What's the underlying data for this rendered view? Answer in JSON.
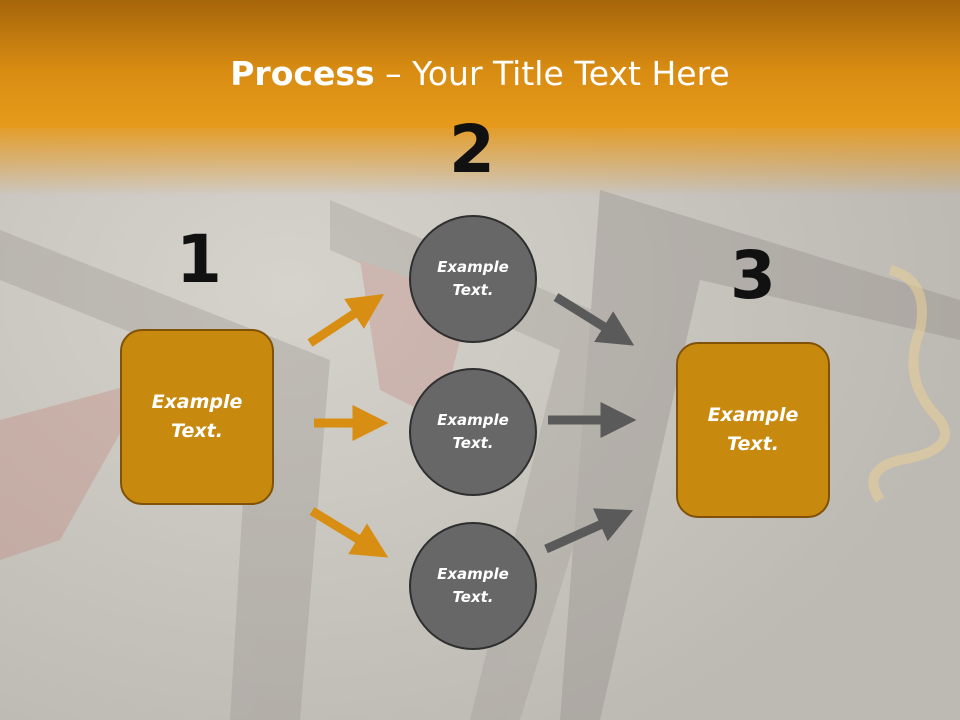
{
  "title": {
    "bold": "Process",
    "separator": " – ",
    "rest": "Your Title Text Here"
  },
  "steps": [
    {
      "number": "1",
      "label_line1": "Example",
      "label_line2": "Text."
    },
    {
      "number": "2"
    },
    {
      "number": "3",
      "label_line1": "Example",
      "label_line2": "Text."
    }
  ],
  "circles": [
    {
      "label_line1": "Example",
      "label_line2": "Text."
    },
    {
      "label_line1": "Example",
      "label_line2": "Text."
    },
    {
      "label_line1": "Example",
      "label_line2": "Text."
    }
  ],
  "colors": {
    "header": "#dc8e12",
    "box_fill": "#c78a0f",
    "circle_fill": "#676767",
    "arrow_orange": "#d88e12",
    "arrow_gray": "#5a5a5a"
  }
}
